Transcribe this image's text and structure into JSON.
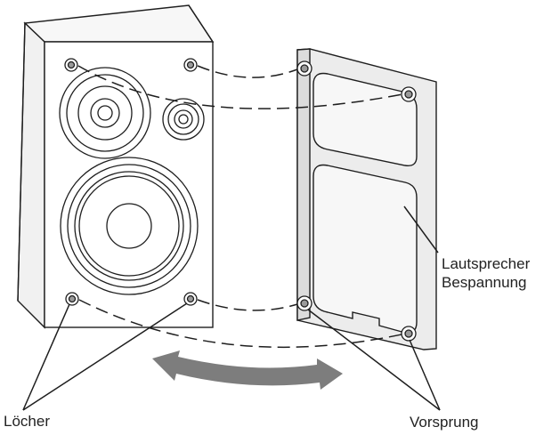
{
  "labels": {
    "grille_line1": "Lautsprecher",
    "grille_line2": "Bespannung",
    "holes": "Löcher",
    "pegs": "Vorsprung"
  },
  "colors": {
    "line": "#1e1e1e",
    "speaker_face": "#ffffff",
    "speaker_side": "#f3f3f3",
    "grille_panel": "#ececec",
    "arrow": "#7d7d7d"
  },
  "icons": [
    "speaker-cabinet-icon",
    "speaker-grille-icon",
    "rotation-arrow-icon"
  ]
}
